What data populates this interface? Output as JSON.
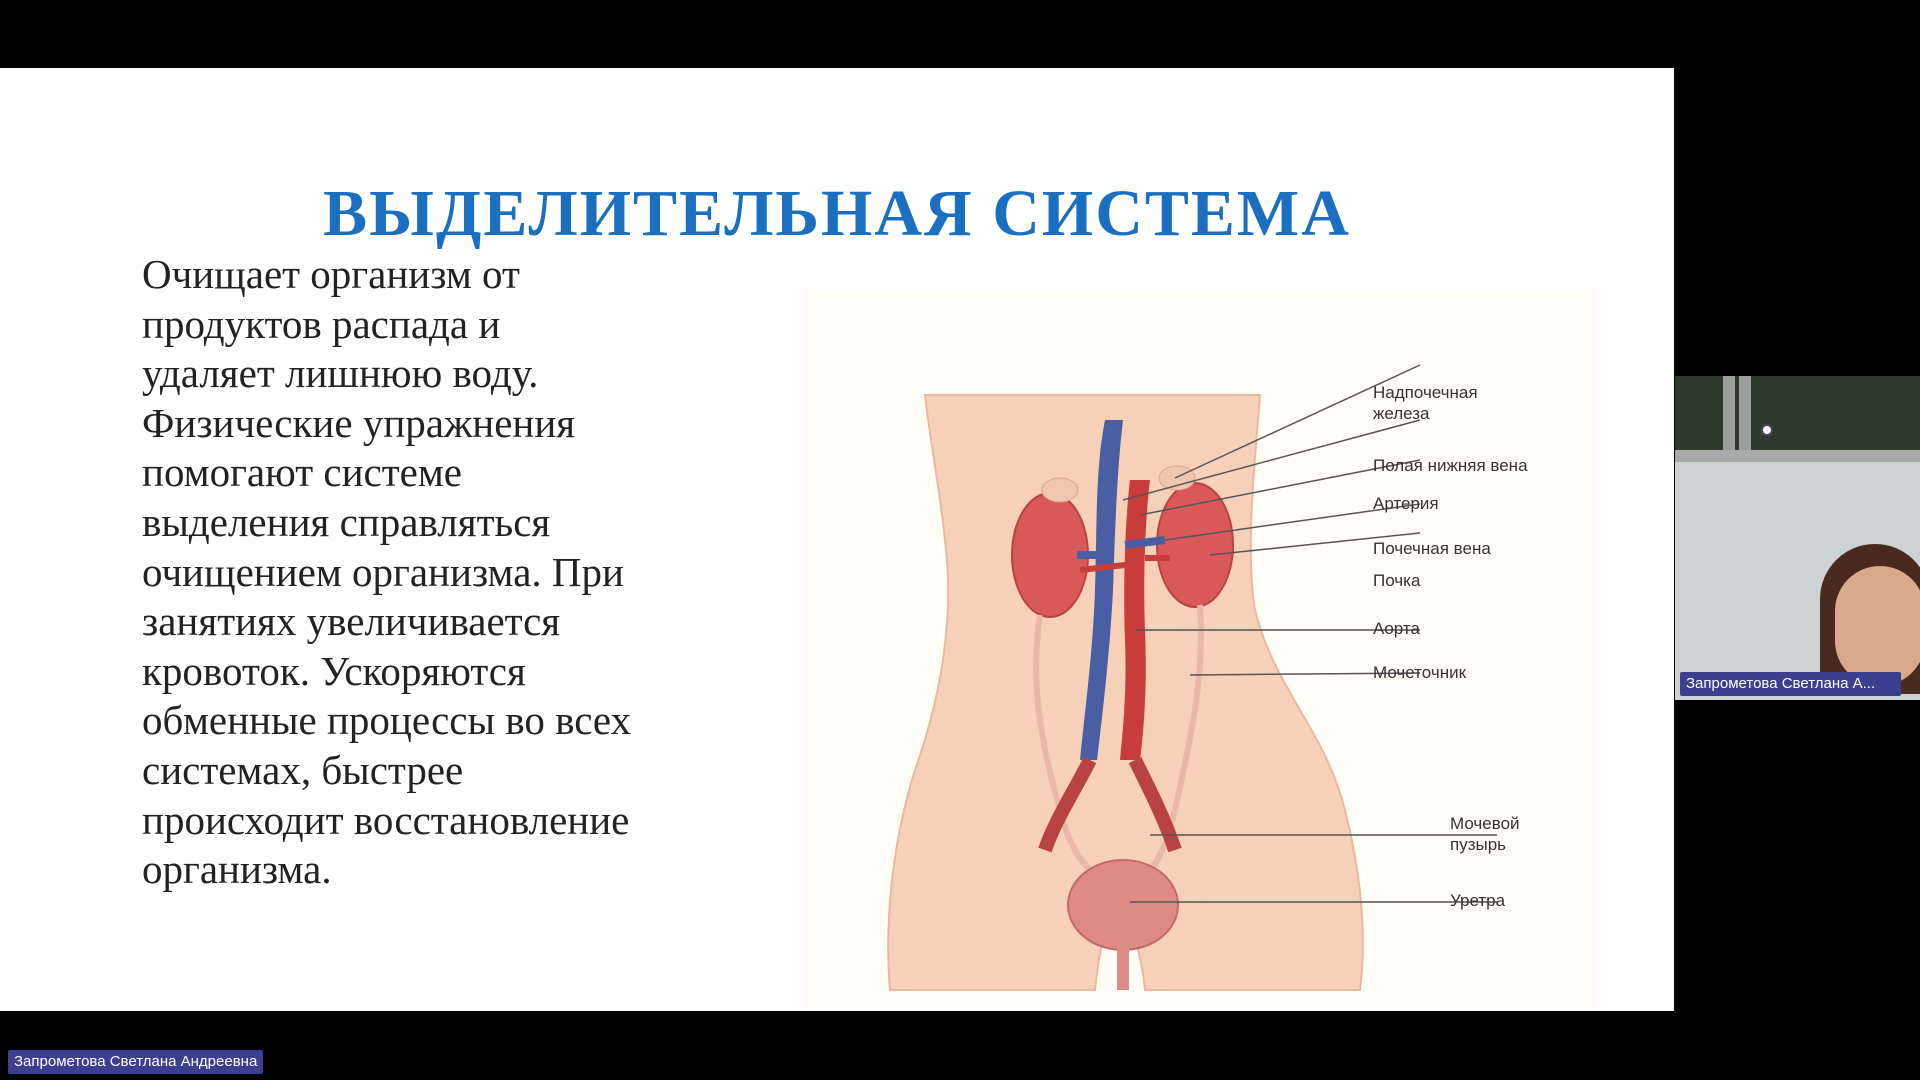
{
  "slide": {
    "title": "ВЫДЕЛИТЕЛЬНАЯ СИСТЕМА",
    "text_lines": [
      "Очищает организм от",
      "продуктов распада и",
      "удаляет лишнюю воду.",
      "Физические упражнения",
      "помогают системе",
      "выделения справляться",
      "очищением организма. При",
      "занятиях увеличивается",
      "кровоток. Ускоряются",
      "обменные процессы во всех",
      "системах, быстрее",
      "происходит восстановление",
      "организма."
    ],
    "figure_labels": {
      "adrenal_1": "Надпочечная",
      "adrenal_2": "железа",
      "vena_cava": "Полая нижняя вена",
      "artery": "Артерия",
      "renal_vein": "Почечная вена",
      "kidney": "Почка",
      "aorta": "Аорта",
      "ureter": "Мочеточник",
      "bladder_1": "Мочевой",
      "bladder_2": "пузырь",
      "urethra": "Уретра"
    }
  },
  "participants": {
    "tile_name": "Запрометова Светлана А...",
    "presenter_name": "Запрометова Светлана Андреевна"
  },
  "colors": {
    "title": "#1a6fc0",
    "name_tag": "#3a3f8f"
  }
}
